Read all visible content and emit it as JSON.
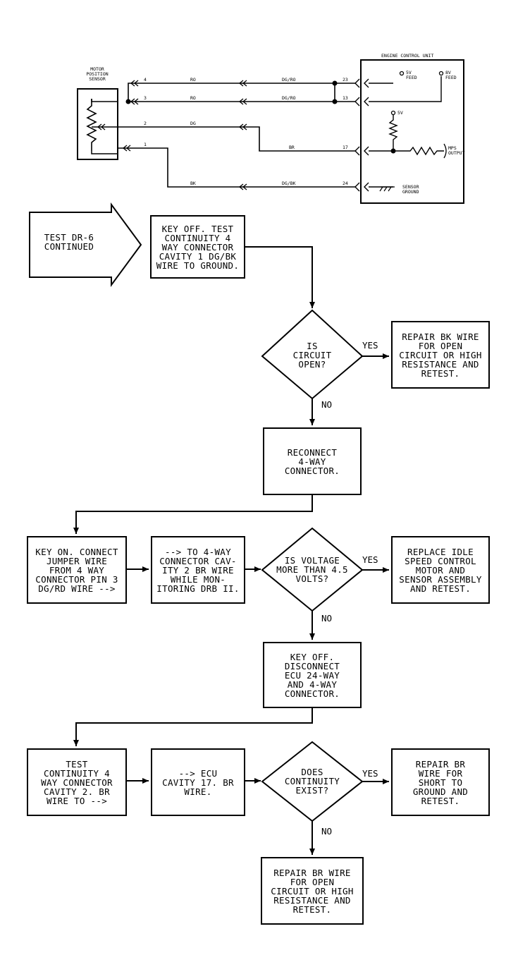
{
  "schematic": {
    "sensor_label": "MOTOR\nPOSITION\nSENSOR",
    "ecu_title": "ENGINE CONTROL UNIT",
    "feed_1": "5V\nFEED",
    "feed_2": "8V\nFEED",
    "ref_5v": "5V",
    "mps_output": "MPS\nOUTPUT",
    "sensor_ground": "SENSOR\nGROUND",
    "pin_4": "4",
    "pin_3": "3",
    "pin_2": "2",
    "pin_1": "1",
    "wire_a_left": "RO",
    "wire_a_right": "DG/RO",
    "wire_b_left": "RO",
    "wire_b_right": "DG/RO",
    "wire_c_left": "DG",
    "wire_c_right": "BR",
    "wire_d_left": "BK",
    "wire_d_right": "DG/BK",
    "ecu_pin_a": "23",
    "ecu_pin_b": "13",
    "ecu_pin_c": "17",
    "ecu_pin_d": "24"
  },
  "flow": {
    "start": "TEST DR-6\nCONTINUED",
    "step1": "KEY OFF. TEST\nCONTINUITY 4\nWAY CONNECTOR\nCAVITY 1 DG/BK\nWIRE TO GROUND.",
    "q1": "IS\nCIRCUIT\nOPEN?",
    "q1_yes_action": "REPAIR BK WIRE\nFOR OPEN\nCIRCUIT OR HIGH\nRESISTANCE AND\nRETEST.",
    "step2": "RECONNECT\n4-WAY\nCONNECTOR.",
    "step3a": "KEY ON. CONNECT\nJUMPER WIRE\nFROM 4 WAY\nCONNECTOR PIN 3\nDG/RD WIRE -->",
    "step3b": "--> TO 4-WAY\nCONNECTOR CAV-\nITY 2 BR WIRE\nWHILE MON-\nITORING DRB II.",
    "q2": "IS VOLTAGE\nMORE THAN 4.5\nVOLTS?",
    "q2_yes_action": "REPLACE IDLE\nSPEED CONTROL\nMOTOR AND\nSENSOR ASSEMBLY\nAND RETEST.",
    "step4": "KEY OFF.\nDISCONNECT\nECU 24-WAY\nAND 4-WAY\nCONNECTOR.",
    "step5a": "TEST\nCONTINUITY 4\nWAY CONNECTOR\nCAVITY 2. BR\nWIRE TO -->",
    "step5b": "--> ECU\nCAVITY 17. BR\nWIRE.",
    "q3": "DOES\nCONTINUITY\nEXIST?",
    "q3_yes_action": "REPAIR BR\nWIRE FOR\nSHORT TO\nGROUND AND\nRETEST.",
    "q3_no_action": "REPAIR BR WIRE\nFOR OPEN\nCIRCUIT OR HIGH\nRESISTANCE AND\nRETEST.",
    "yes": "YES",
    "no": "NO"
  }
}
